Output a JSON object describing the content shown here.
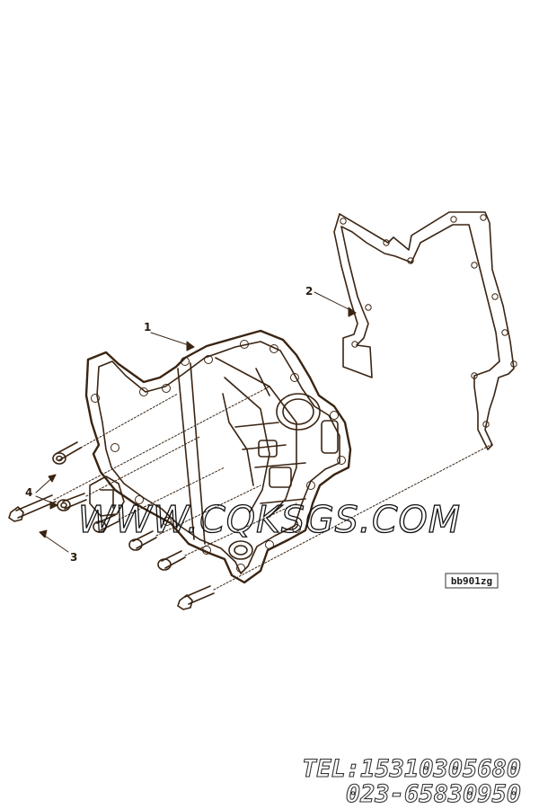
{
  "diagram": {
    "callouts": [
      {
        "id": "1",
        "label": "1"
      },
      {
        "id": "2",
        "label": "2"
      },
      {
        "id": "3",
        "label": "3"
      },
      {
        "id": "4",
        "label": "4"
      }
    ],
    "reference_code": "bb901zg",
    "watermark": "WWW.CQKSGS.COM"
  },
  "contact": {
    "tel": "TEL:15310305680",
    "phone2": "023-65830950"
  },
  "colors": {
    "line": "#3a2412",
    "background": "#ffffff"
  }
}
